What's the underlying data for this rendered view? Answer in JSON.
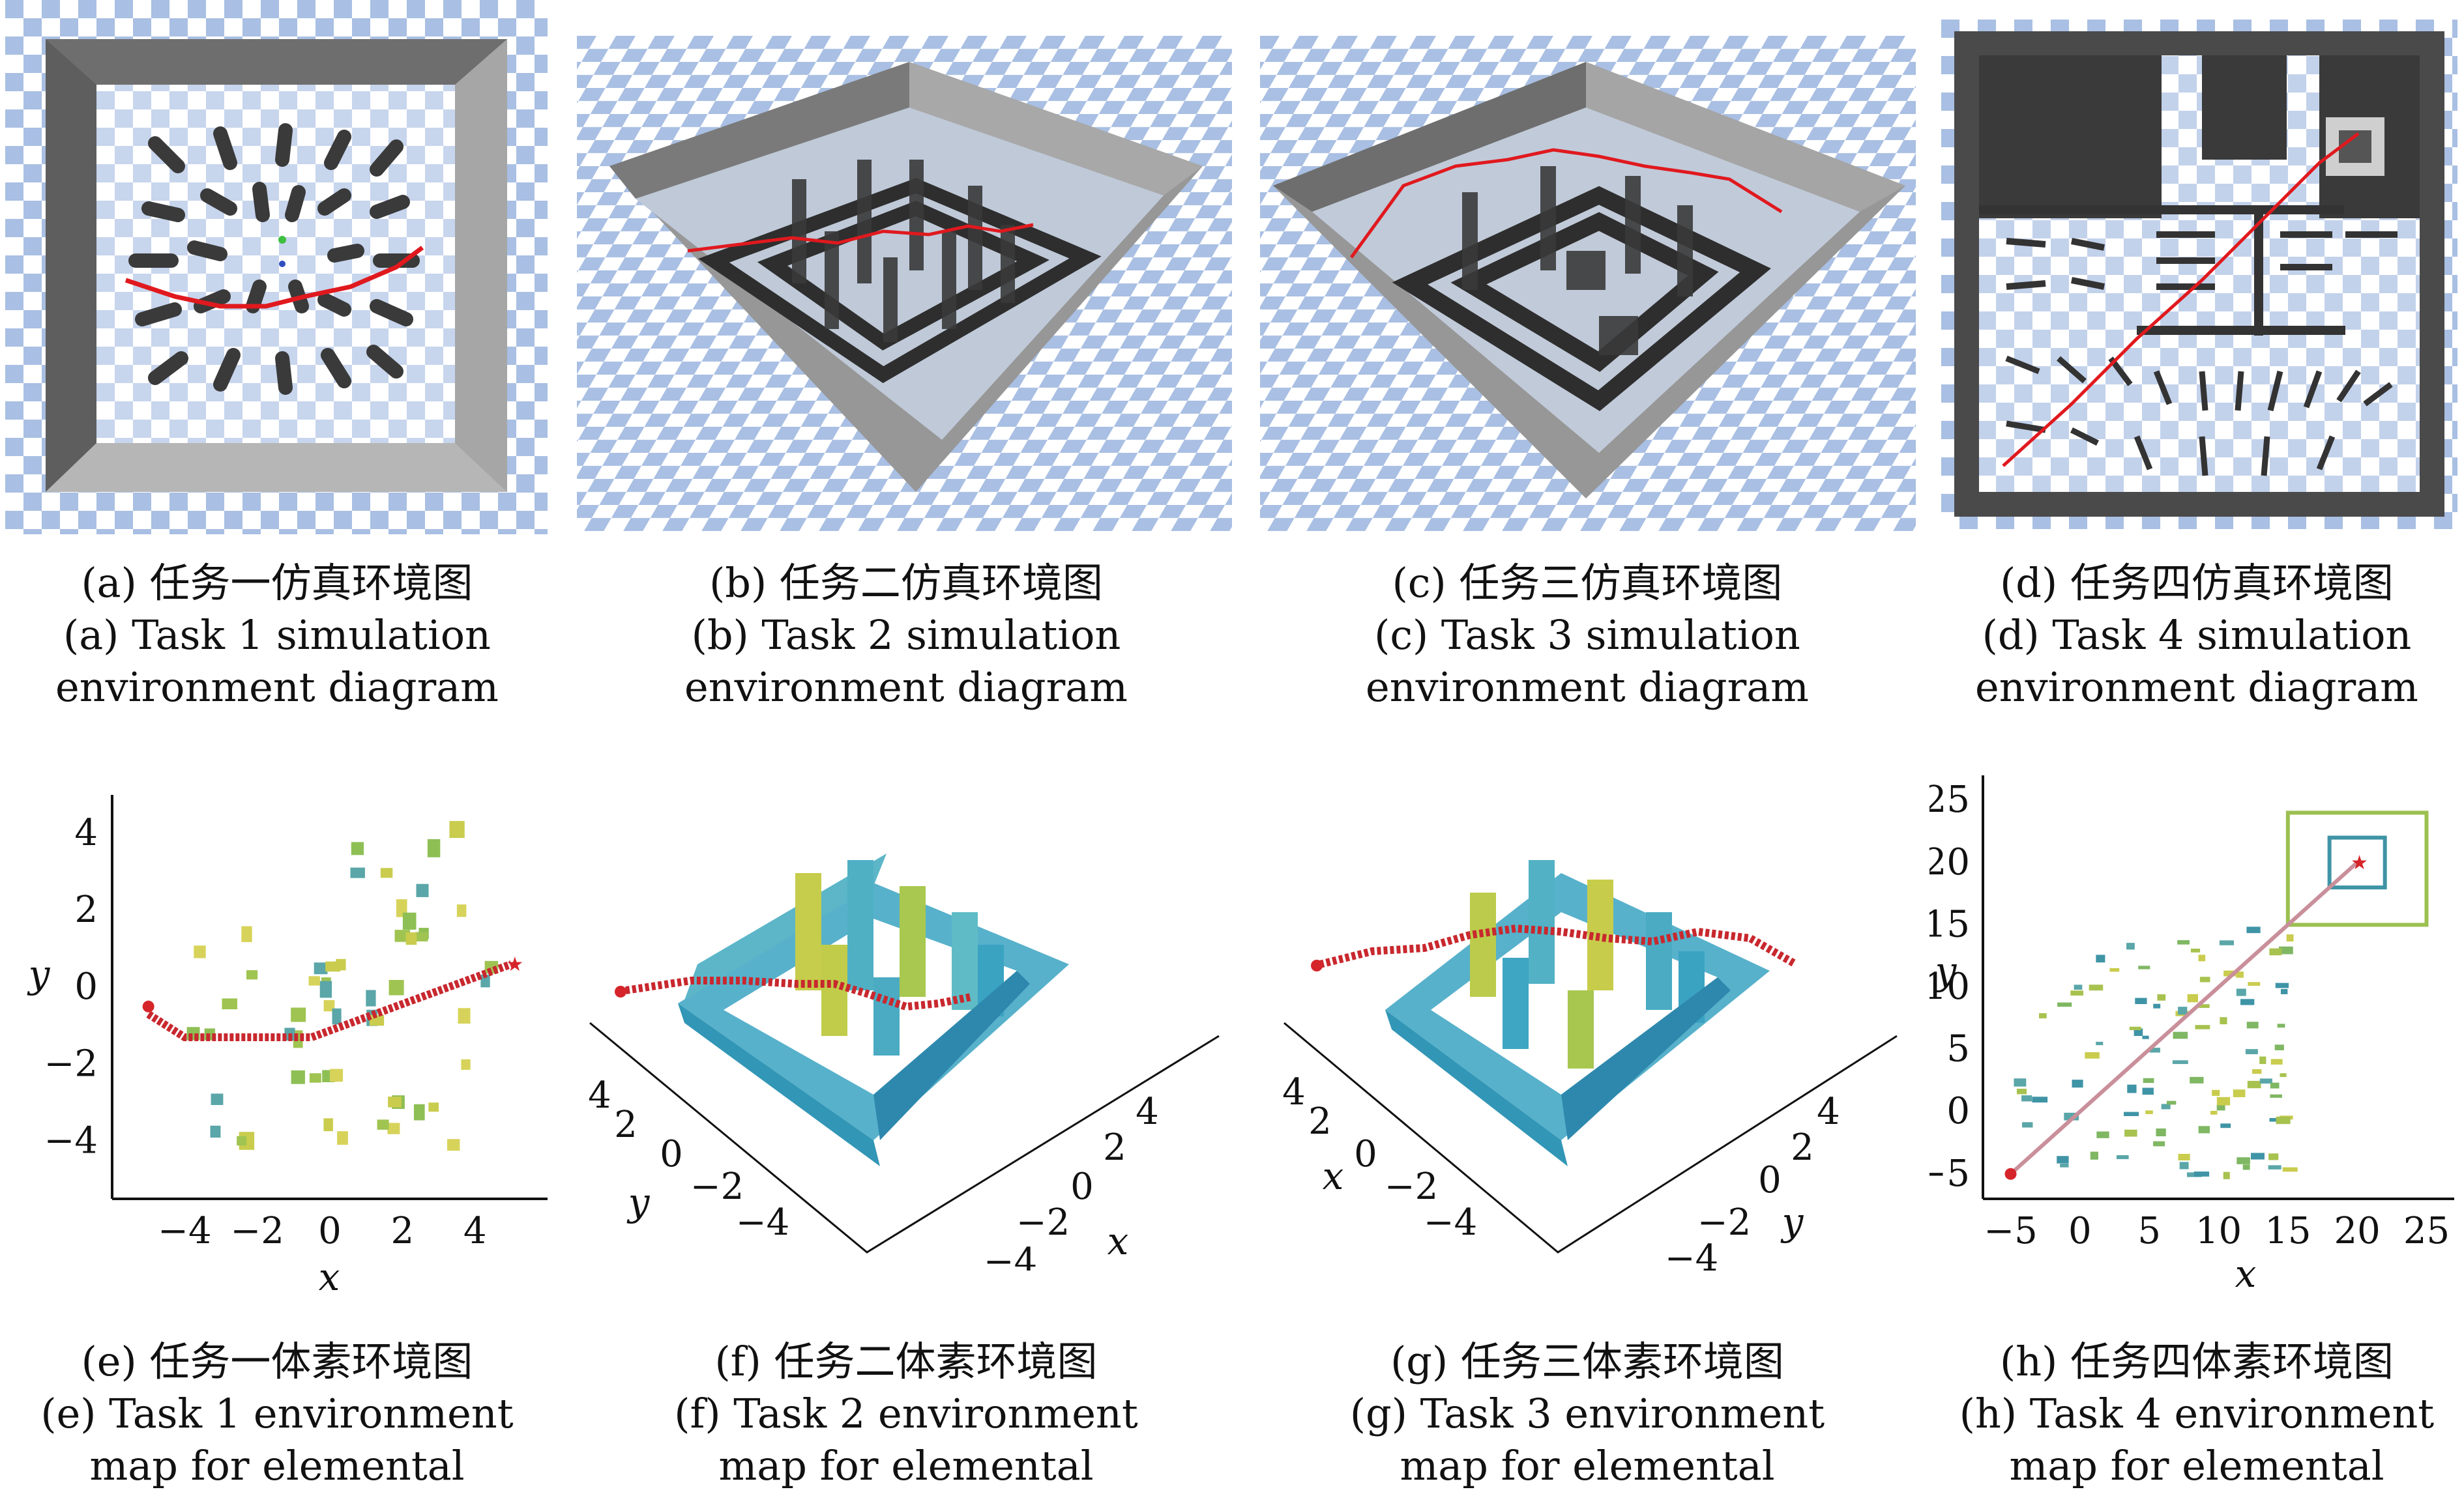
{
  "captions": {
    "a": {
      "zh": "(a) 任务一仿真环境图",
      "en1": "(a) Task 1 simulation",
      "en2": "environment diagram"
    },
    "b": {
      "zh": "(b) 任务二仿真环境图",
      "en1": "(b) Task 2 simulation",
      "en2": "environment diagram"
    },
    "c": {
      "zh": "(c) 任务三仿真环境图",
      "en1": "(c) Task 3 simulation",
      "en2": "environment diagram"
    },
    "d": {
      "zh": "(d) 任务四仿真环境图",
      "en1": "(d) Task 4 simulation",
      "en2": "environment diagram"
    },
    "e": {
      "zh": "(e) 任务一体素环境图",
      "en1": "(e) Task 1 environment",
      "en2": "map for elemental"
    },
    "f": {
      "zh": "(f) 任务二体素环境图",
      "en1": "(f) Task 2 environment",
      "en2": "map for elemental"
    },
    "g": {
      "zh": "(g) 任务三体素环境图",
      "en1": "(g) Task 3 environment",
      "en2": "map for elemental"
    },
    "h": {
      "zh": "(h) 任务四体素环境图",
      "en1": "(h) Task 4 environment",
      "en2": "map for elemental"
    }
  },
  "colors": {
    "checker_blue": "#a9bfe3",
    "wall_gray": "#8a8a8a",
    "obstacle": "#3c3c3c",
    "path_red": "#e0191e",
    "voxel_teal": "#3aa3c2",
    "voxel_yellow": "#d2d250"
  },
  "chart_data": [
    {
      "type": "scatter",
      "panel": "e",
      "xlabel": "x",
      "ylabel": "y",
      "xlim": [
        -6,
        6
      ],
      "ylim": [
        -5.5,
        5
      ],
      "xticks": [
        "−4",
        "−2",
        "0",
        "2",
        "4"
      ],
      "yticks": [
        "4",
        "2",
        "0",
        "−2",
        "−4"
      ],
      "path": {
        "start": [
          -5,
          -0.5
        ],
        "end": [
          5,
          0.6
        ]
      }
    },
    {
      "type": "voxel3d",
      "panel": "f",
      "xlabel": "x",
      "ylabel": "y",
      "xticks": [
        "4",
        "2",
        "0",
        "−2",
        "−4"
      ],
      "yticks": [
        "4",
        "2",
        "0",
        "−2",
        "−4"
      ]
    },
    {
      "type": "voxel3d",
      "panel": "g",
      "xlabel": "x",
      "ylabel": "y",
      "xticks": [
        "4",
        "2",
        "0",
        "−2",
        "−4"
      ],
      "yticks": [
        "4",
        "2",
        "0",
        "−2",
        "−4"
      ]
    },
    {
      "type": "scatter",
      "panel": "h",
      "xlabel": "x",
      "ylabel": "y",
      "xlim": [
        -7,
        27
      ],
      "ylim": [
        -7,
        27
      ],
      "xticks": [
        "−5",
        "0",
        "5",
        "10",
        "15",
        "20",
        "25"
      ],
      "yticks": [
        "25",
        "20",
        "15",
        "10",
        "5",
        "0",
        "−5"
      ],
      "path": {
        "start": [
          -5,
          -5
        ],
        "end": [
          20,
          20
        ]
      }
    }
  ]
}
